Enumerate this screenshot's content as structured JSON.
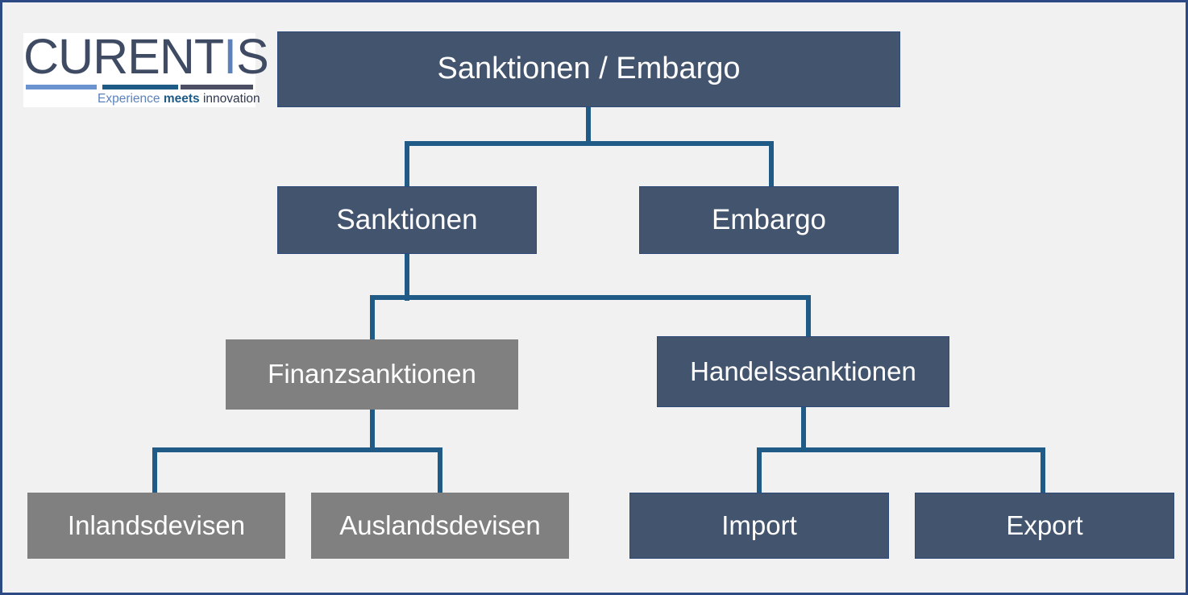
{
  "logo": {
    "name": "CURENTIS",
    "wordmark_part_1": "CURENT",
    "wordmark_part_2": "I",
    "wordmark_part_3": "S",
    "tagline_1": "Experience ",
    "tagline_2": "meets ",
    "tagline_3": "innovation",
    "bar_color_1": "#6b93cf",
    "bar_color_2": "#1e5b86",
    "bar_color_3": "#4c4f63"
  },
  "colors": {
    "background": "#f1f1f1",
    "slide_border": "#2e4a85",
    "navy_box": "#43546e",
    "navy_box_border": "#2d4a7a",
    "gray_box": "#808080",
    "connector": "#1f5b86",
    "box_text": "#ffffff"
  },
  "diagram": {
    "type": "tree",
    "nodes": [
      {
        "id": "root",
        "label": "Sanktionen / Embargo",
        "level": 0,
        "style": "navy"
      },
      {
        "id": "sanktionen",
        "label": "Sanktionen",
        "level": 1,
        "style": "navy",
        "parent": "root"
      },
      {
        "id": "embargo",
        "label": "Embargo",
        "level": 1,
        "style": "navy",
        "parent": "root"
      },
      {
        "id": "finanz",
        "label": "Finanzsanktionen",
        "level": 2,
        "style": "gray",
        "parent": "sanktionen"
      },
      {
        "id": "handel",
        "label": "Handelssanktionen",
        "level": 2,
        "style": "navy",
        "parent": "sanktionen"
      },
      {
        "id": "inland",
        "label": "Inlandsdevisen",
        "level": 3,
        "style": "gray",
        "parent": "finanz"
      },
      {
        "id": "ausland",
        "label": "Auslandsdevisen",
        "level": 3,
        "style": "gray",
        "parent": "finanz"
      },
      {
        "id": "import",
        "label": "Import",
        "level": 3,
        "style": "navy",
        "parent": "handel"
      },
      {
        "id": "export",
        "label": "Export",
        "level": 3,
        "style": "navy",
        "parent": "handel"
      }
    ]
  }
}
